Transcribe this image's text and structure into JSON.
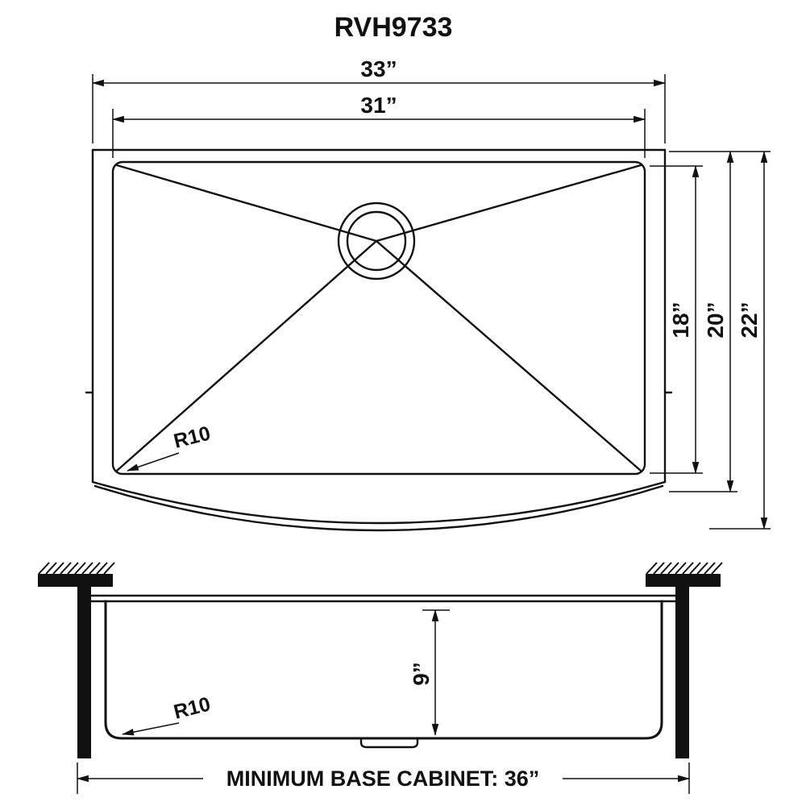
{
  "title": "RVH9733",
  "top_view": {
    "dim_overall_width": "33”",
    "dim_bowl_width": "31”",
    "dim_bowl_depth": "18”",
    "dim_rear_depth": "20”",
    "dim_overall_depth": "22”",
    "corner_radius": "R10"
  },
  "section_view": {
    "dim_bowl_height": "9”",
    "corner_radius": "R10",
    "cabinet_note": "MINIMUM BASE CABINET: 36”"
  },
  "colors": {
    "ink": "#111111",
    "paper": "#ffffff"
  }
}
